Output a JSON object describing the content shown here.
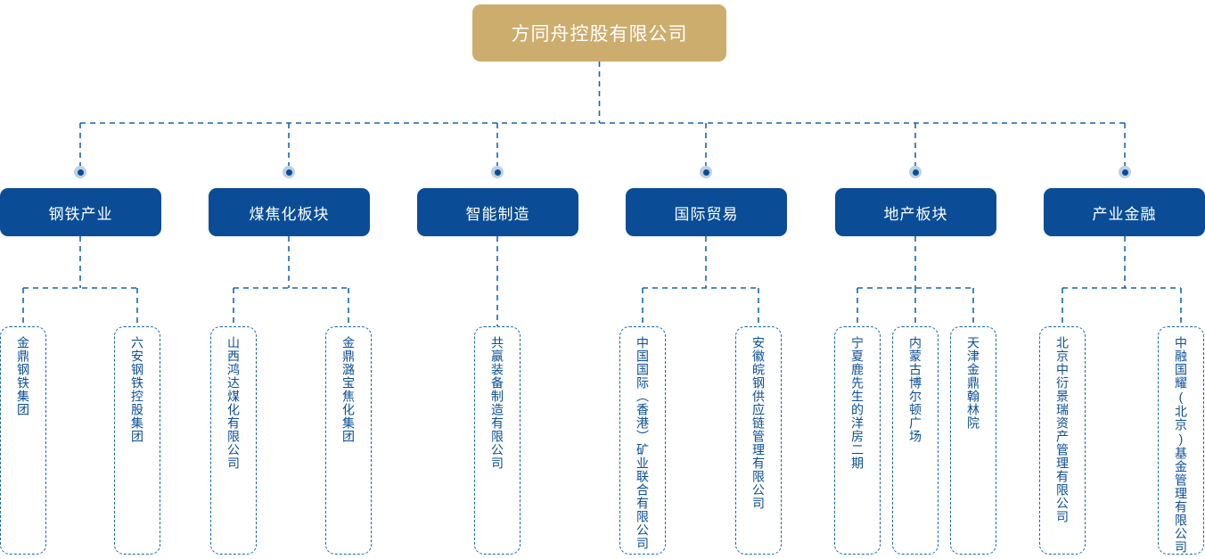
{
  "chart_data": {
    "type": "diagram",
    "diagram_kind": "organizational-chart",
    "title": "方同舟控股有限公司",
    "colors": {
      "root_fill": "#cdad6d",
      "root_text": "#ffffff",
      "division_fill": "#0a4d96",
      "division_text": "#ffffff",
      "leaf_border": "#1565ae",
      "leaf_text": "#0a4d96",
      "connector_line": "#1565ae",
      "connector_dot": "#0a4d96",
      "connector_dot_halo": "#bdd0e4",
      "background": "#ffffff"
    },
    "line_style": "dashed"
  },
  "root": {
    "label": "方同舟控股有限公司"
  },
  "divisions": [
    {
      "label": "钢铁产业",
      "children": [
        {
          "label": "金鼎钢铁集团"
        },
        {
          "label": "六安钢铁控股集团"
        }
      ]
    },
    {
      "label": "煤焦化板块",
      "children": [
        {
          "label": "山西鸿达煤化有限公司"
        },
        {
          "label": "金鼎潞宝焦化集团"
        }
      ]
    },
    {
      "label": "智能制造",
      "children": [
        {
          "label": "共赢装备制造有限公司"
        }
      ]
    },
    {
      "label": "国际贸易",
      "children": [
        {
          "label": "中国国际（香港）矿业联合有限公司"
        },
        {
          "label": "安徽皖钢供应链管理有限公司"
        }
      ]
    },
    {
      "label": "地产板块",
      "children": [
        {
          "label": "宁夏鹿先生的洋房二期"
        },
        {
          "label": "内蒙古博尔顿广场"
        },
        {
          "label": "天津金鼎翰林院"
        }
      ]
    },
    {
      "label": "产业金融",
      "children": [
        {
          "label": "北京中衍景瑞资产管理有限公司"
        },
        {
          "label": "中融国耀(北京)基金管理有限公司"
        }
      ]
    }
  ]
}
